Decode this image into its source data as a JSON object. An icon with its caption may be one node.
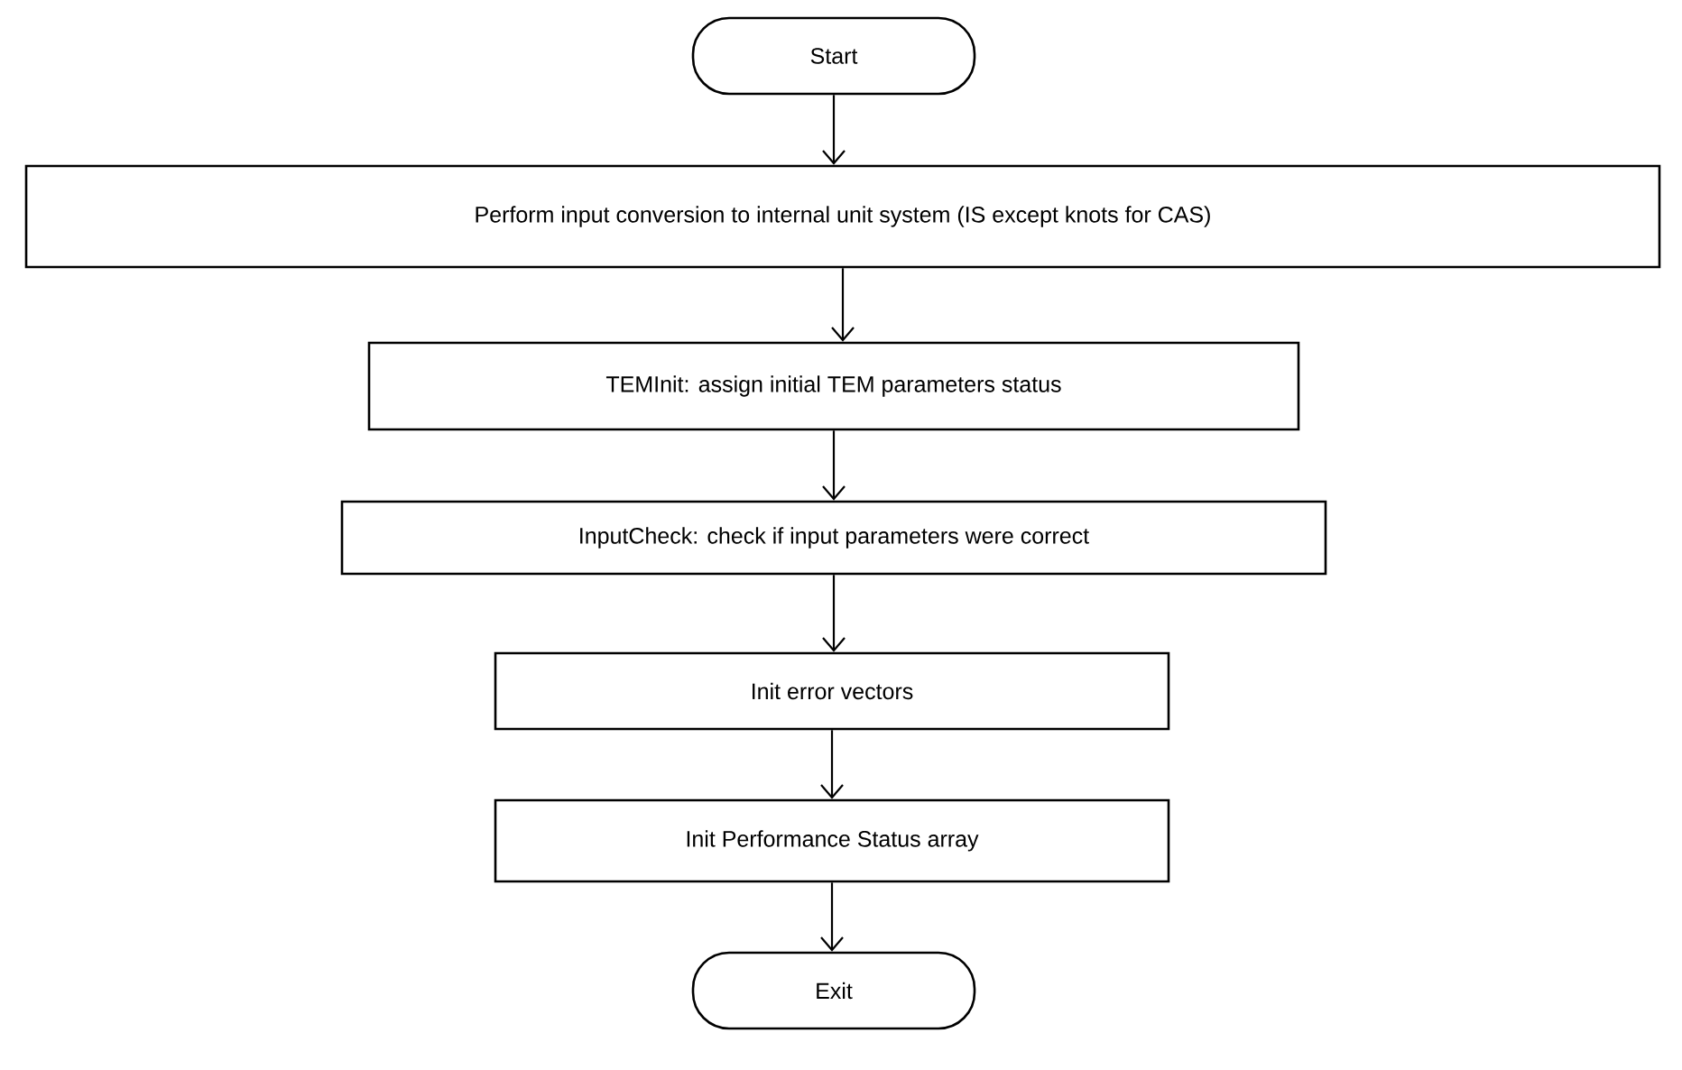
{
  "diagram": {
    "nodes": [
      {
        "text": [
          "Start"
        ]
      },
      {
        "text": [
          "Perform input conversion to internal unit system (IS except knots for CAS)"
        ]
      },
      {
        "text": [
          "TEMInit: assign initial TEM parameters status"
        ]
      },
      {
        "text": [
          "InputCheck: check if input parameters were correct"
        ]
      },
      {
        "text": [
          "Init error vectors"
        ]
      },
      {
        "text": [
          "Init Performance Status array"
        ]
      },
      {
        "text": [
          "Exit"
        ]
      }
    ],
    "edges": [
      {
        "from": 0,
        "to": 1,
        "arrow": "to"
      },
      {
        "from": 1,
        "to": 2,
        "arrow": "to"
      },
      {
        "from": 2,
        "to": 3,
        "arrow": "to"
      },
      {
        "from": 3,
        "to": 4,
        "arrow": "to"
      },
      {
        "from": 4,
        "to": 5,
        "arrow": "to"
      },
      {
        "from": 5,
        "to": 6,
        "arrow": "to"
      }
    ]
  }
}
